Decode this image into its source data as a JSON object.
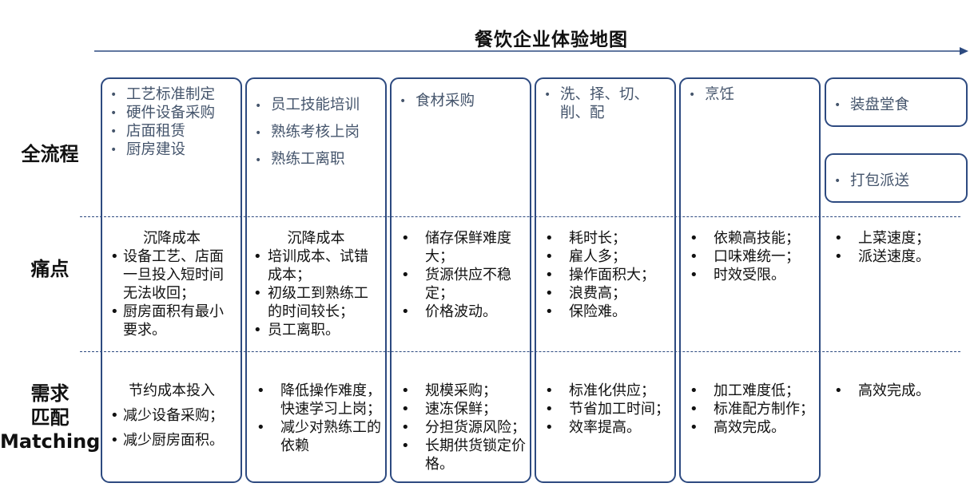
{
  "title": "餐饮企业体验地图",
  "rows": {
    "process": "全流程",
    "pain": "痛点",
    "need": [
      "需求",
      "匹配",
      "Matching"
    ]
  },
  "columns": [
    {
      "process": [
        "工艺标准制定",
        "硬件设备采购",
        "店面租赁",
        "厨房建设"
      ],
      "pain_header": "沉降成本",
      "pain": [
        "设备工艺、店面一旦投入短时间无法收回；",
        "厨房面积有最小要求。"
      ],
      "need_header": "节约成本投入",
      "need": [
        "减少设备采购；",
        "减少厨房面积。"
      ]
    },
    {
      "process": [
        "员工技能培训",
        "熟练考核上岗",
        "熟练工离职"
      ],
      "pain_header": "沉降成本",
      "pain": [
        "培训成本、试错成本；",
        "初级工到熟练工的时间较长；",
        "员工离职。"
      ],
      "need": [
        "降低操作难度，快速学习上岗；",
        "减少对熟练工的依赖"
      ]
    },
    {
      "process": [
        "食材采购"
      ],
      "pain": [
        "储存保鲜难度大；",
        "货源供应不稳定；",
        "价格波动。"
      ],
      "need": [
        "规模采购；",
        "速冻保鲜；",
        "分担货源风险；",
        "长期供货锁定价格。"
      ]
    },
    {
      "process": [
        "洗、择、切、削、配"
      ],
      "pain": [
        "耗时长；",
        "雇人多；",
        "操作面积大；",
        "浪费高；",
        "保险难。"
      ],
      "need": [
        "标准化供应；",
        "节省加工时间；",
        "效率提高。"
      ]
    },
    {
      "process": [
        "烹饪"
      ],
      "pain": [
        "依赖高技能；",
        "口味难统一；",
        "时效受限。"
      ],
      "need": [
        "加工难度低；",
        "标准配方制作；",
        "高效完成。"
      ]
    },
    {
      "process_top": [
        "装盘堂食"
      ],
      "process_bottom": [
        "打包派送"
      ],
      "pain": [
        "上菜速度；",
        "派送速度。"
      ],
      "need": [
        "高效完成。"
      ]
    }
  ]
}
